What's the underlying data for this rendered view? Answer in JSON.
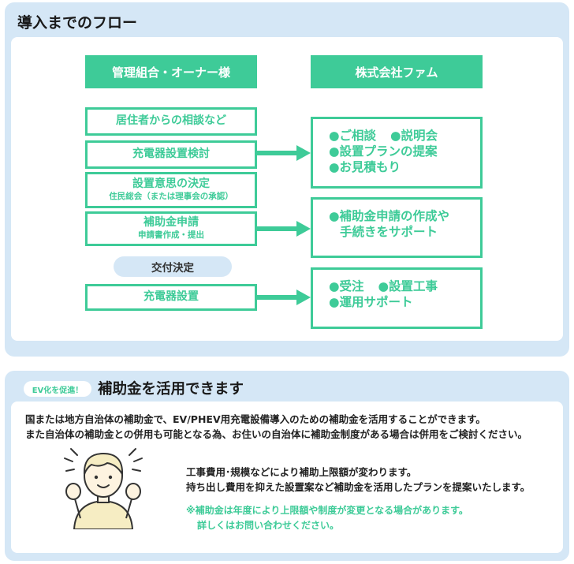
{
  "flow_section": {
    "title": "導入までのフロー",
    "left_header": "管理組合・オーナー様",
    "right_header": "株式会社ファム",
    "steps": [
      {
        "main": "居住者からの相談など",
        "sub": ""
      },
      {
        "main": "充電器設置検討",
        "sub": ""
      },
      {
        "main": "設置意思の決定",
        "sub": "住民総会（または理事会の承認）"
      },
      {
        "main": "補助金申請",
        "sub": "申請書作成・提出"
      },
      {
        "main": "充電器設置",
        "sub": ""
      }
    ],
    "pill": "交付決定",
    "right_boxes": [
      {
        "lines": [
          "●ご相談",
          "●説明会",
          "●設置プランの提案",
          "●お見積もり"
        ]
      },
      {
        "lines": [
          "●補助金申請の作成や",
          "手続きをサポート"
        ]
      },
      {
        "lines": [
          "●受注",
          "●設置工事",
          "●運用サポート"
        ]
      }
    ]
  },
  "subsidy_section": {
    "badge": "EV化を促進！",
    "title": "補助金を活用できます",
    "desc_line1": "国または地方自治体の補助金で、EV/PHEV用充電設備導入のための補助金を活用することができます。",
    "desc_line2": "また自治体の補助金との併用も可能となる為、お住いの自治体に補助金制度がある場合は併用をご検討ください。",
    "note_line1": "工事費用･規模などにより補助上限額が変わります。",
    "note_line2": "持ち出し費用を抑えた設置案など補助金を活用したプランを提案いたします。",
    "caution_line1": "※補助金は年度により上限額や制度が変更となる場合があります。",
    "caution_line2": "詳しくはお問い合わせください。"
  },
  "colors": {
    "accent": "#3ecb98",
    "panel_bg": "#d5e7f6",
    "white": "#ffffff"
  },
  "icons": {
    "arrow": "right-arrow-icon",
    "person": "cheering-person-icon"
  }
}
